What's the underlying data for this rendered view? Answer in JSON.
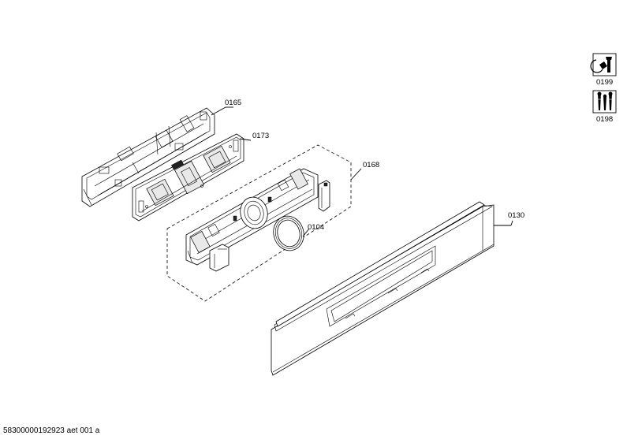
{
  "callouts": {
    "p0165": "0165",
    "p0173": "0173",
    "p0168": "0168",
    "p0104": "0104",
    "p0130": "0130"
  },
  "side_icons": [
    {
      "label": "0199",
      "icon": "wrench-tool-icon"
    },
    {
      "label": "0198",
      "icon": "screws-kit-icon"
    }
  ],
  "footer": "58300000192923 aet 001 a"
}
